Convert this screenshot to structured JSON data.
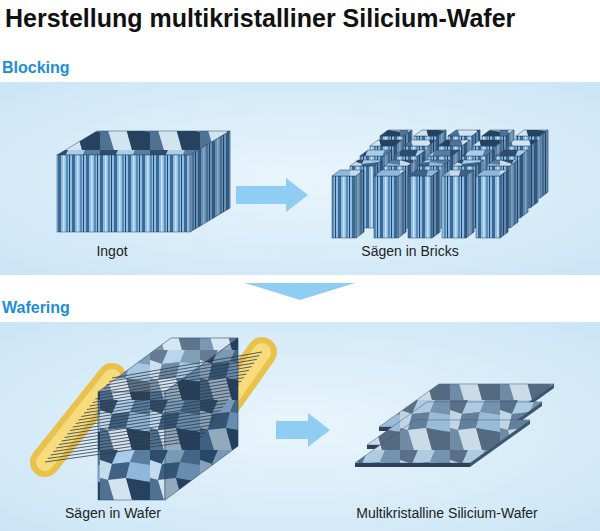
{
  "diagram": {
    "title": "Herstellung multikristalliner Silicium-Wafer",
    "nodes": [
      {
        "text": [
          "Blocking"
        ]
      },
      {
        "text": [
          "Ingot"
        ],
        "in": 0
      },
      {
        "text": [
          "Sägen in Bricks"
        ],
        "in": 0
      },
      {
        "text": [
          "Wafering"
        ]
      },
      {
        "text": [
          "Sägen in Wafer"
        ],
        "in": 3
      },
      {
        "text": [
          "Multikristalline Silicium-Wafer"
        ],
        "in": 3
      }
    ],
    "edges": [
      {
        "from": 1,
        "to": 2,
        "arrow": "to"
      },
      {
        "from": 0,
        "to": 3,
        "arrow": "to"
      },
      {
        "from": 4,
        "to": 5,
        "arrow": "to"
      }
    ]
  }
}
